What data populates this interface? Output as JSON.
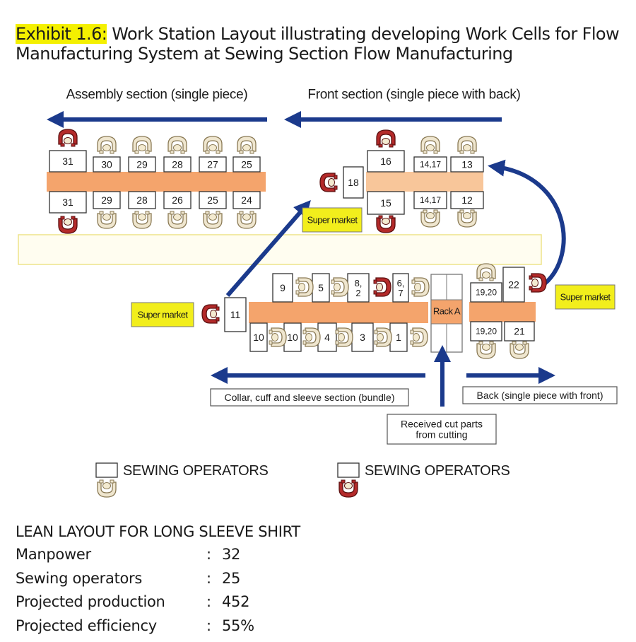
{
  "title": {
    "highlight": "Exhibit 1.6:",
    "line1_rest": " Work Station Layout illustrating developing Work Cells for Flow",
    "line2": "Manufacturing System at Sewing Section Flow Manufacturing"
  },
  "colors": {
    "flow_arrow": "#1b3a8c",
    "table": "#f4a46c",
    "table_light": "#f8c69a",
    "operator_red": "#b42a2a",
    "operator_tan": "#c9b68a",
    "supermarket": "#f2ee1c"
  },
  "sections": {
    "assembly": "Assembly section (single piece)",
    "front": "Front section (single piece with back)",
    "collar": "Collar, cuff and sleeve section  (bundle)",
    "back": "Back (single piece with front)",
    "received": [
      "Received cut parts",
      "from cutting"
    ]
  },
  "supermarket_label": "Super market",
  "rack_label": "Rack A",
  "stations": {
    "assembly_top": [
      "31",
      "30",
      "29",
      "28",
      "27",
      "25"
    ],
    "assembly_bottom": [
      "31",
      "29",
      "28",
      "26",
      "25",
      "24"
    ],
    "front_top": [
      "16",
      "14,17",
      "13"
    ],
    "front_bottom": [
      "15",
      "14,17",
      "12"
    ],
    "front_single": "18",
    "collar_top": [
      "9",
      "5",
      "8,\n2",
      "6,\n7"
    ],
    "collar_bottom": [
      "10",
      "10",
      "4",
      "3",
      "1"
    ],
    "collar_single": "11",
    "back_top": [
      "19,20",
      "22"
    ],
    "back_bottom": [
      "19,20",
      "21"
    ]
  },
  "legend": [
    {
      "label": "SEWING OPERATORS",
      "chair": "operator-tan"
    },
    {
      "label": "SEWING OPERATORS",
      "chair": "operator-red"
    }
  ],
  "summary": {
    "heading": "LEAN LAYOUT FOR LONG SLEEVE SHIRT",
    "rows": [
      {
        "label": "Manpower",
        "value": "32"
      },
      {
        "label": "Sewing operators",
        "value": "25"
      },
      {
        "label": "Projected production",
        "value": "452"
      },
      {
        "label": "Projected efficiency",
        "value": "55%"
      }
    ]
  }
}
